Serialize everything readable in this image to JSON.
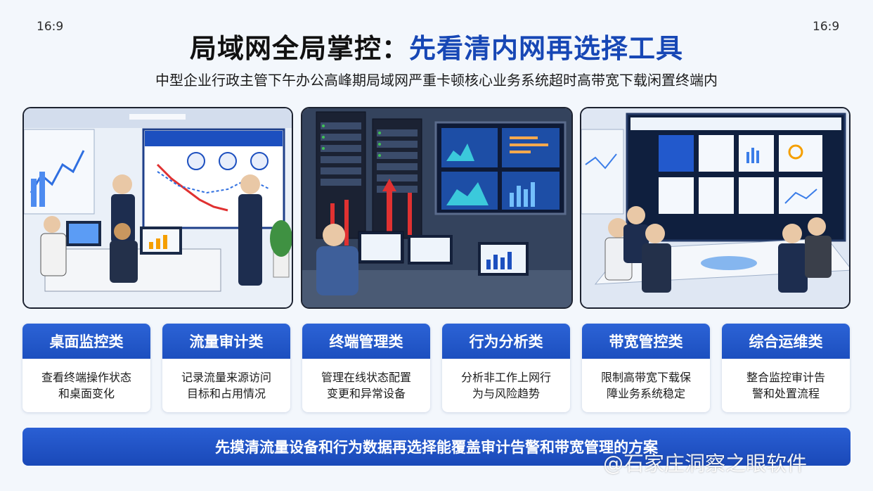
{
  "ratio_left": "16:9",
  "ratio_right": "16:9",
  "title_part1": "局域网全局掌控：",
  "title_part2": "先看清内网再选择工具",
  "subtitle": "中型企业行政主管下午办公高峰期局域网严重卡顿核心业务系统超时高带宽下载闲置终端内",
  "colors": {
    "accent": "#1747b5",
    "card_header": "#2259cc",
    "banner": "#1f4fc0"
  },
  "panels": [
    {
      "name": "office-meeting-illustration",
      "icons": [
        "presentation-board",
        "line-chart",
        "workstations",
        "plant"
      ]
    },
    {
      "name": "server-room-illustration",
      "icons": [
        "server-racks",
        "video-wall",
        "operator-desk"
      ]
    },
    {
      "name": "control-room-illustration",
      "icons": [
        "dashboard-wall",
        "meeting-table",
        "team"
      ]
    }
  ],
  "cards": [
    {
      "title": "桌面监控类",
      "line1": "查看终端操作状态",
      "line2": "和桌面变化"
    },
    {
      "title": "流量审计类",
      "line1": "记录流量来源访问",
      "line2": "目标和占用情况"
    },
    {
      "title": "终端管理类",
      "line1": "管理在线状态配置",
      "line2": "变更和异常设备"
    },
    {
      "title": "行为分析类",
      "line1": "分析非工作上网行",
      "line2": "为与风险趋势"
    },
    {
      "title": "带宽管控类",
      "line1": "限制高带宽下载保",
      "line2": "障业务系统稳定"
    },
    {
      "title": "综合运维类",
      "line1": "整合监控审计告",
      "line2": "警和处置流程"
    }
  ],
  "banner": "先摸清流量设备和行为数据再选择能覆盖审计告警和带宽管理的方案",
  "watermark": "@石家庄洞察之眼软件"
}
